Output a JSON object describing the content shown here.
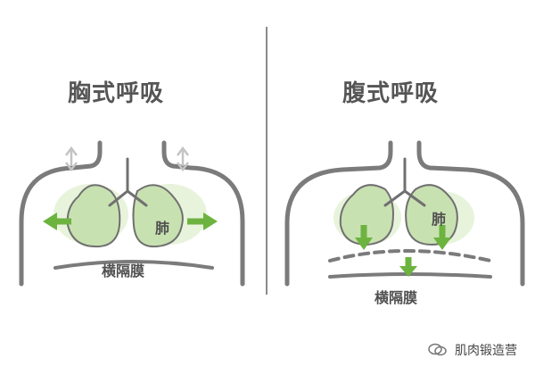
{
  "left": {
    "title": "胸式呼吸",
    "lung_label": "肺",
    "diaphragm_label": "横隔膜"
  },
  "right": {
    "title": "腹式呼吸",
    "lung_label": "肺",
    "diaphragm_label": "横隔膜"
  },
  "watermark": {
    "text": "肌肉锻造营"
  },
  "colors": {
    "lung_fill": "#c8e1b1",
    "lung_stroke": "#707070",
    "arrow_green": "#6db33f",
    "outline_gray": "#7b7b7b",
    "light_gray": "#c4c4c4"
  }
}
